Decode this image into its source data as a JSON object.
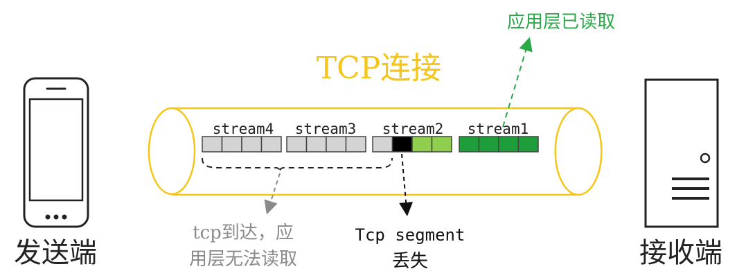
{
  "title": "TCP连接",
  "sender_label": "发送端",
  "receiver_label": "接收端",
  "app_read_label": "应用层已读取",
  "arrived_note": [
    "tcp到达，应",
    "用层无法读取"
  ],
  "lost_note": [
    "Tcp segment",
    "丢失"
  ],
  "streams": [
    {
      "name": "stream4",
      "cells": [
        "gray",
        "gray",
        "gray",
        "gray"
      ]
    },
    {
      "name": "stream3",
      "cells": [
        "gray",
        "gray",
        "gray",
        "gray"
      ]
    },
    {
      "name": "stream2",
      "cells": [
        "gray",
        "black",
        "lightgreen",
        "lightgreen"
      ]
    },
    {
      "name": "stream1",
      "cells": [
        "green",
        "green",
        "green",
        "green"
      ]
    }
  ],
  "colors": {
    "pipe": "#f5c518",
    "title": "#f5c518",
    "app_read": "#2aa84a",
    "gray_cell": "#d4d4d4",
    "lost_cell": "#000000",
    "lightgreen_cell": "#8fce4f",
    "green_cell": "#1e9e3a",
    "note_gray": "#8a8a8a",
    "device_stroke": "#222222"
  },
  "icons": {
    "sender": "smartphone-icon",
    "receiver": "server-tower-icon"
  }
}
